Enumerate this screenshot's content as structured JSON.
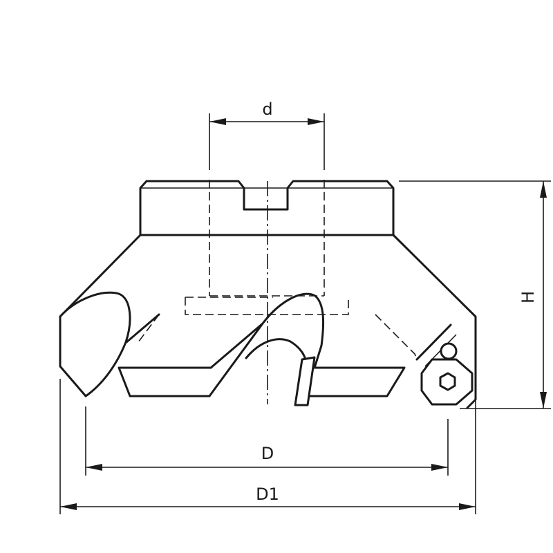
{
  "labels": {
    "bore_diameter": "d",
    "height": "H",
    "cutting_diameter": "D",
    "outer_diameter": "D1"
  },
  "colors": {
    "line": "#1a1a1a",
    "background": "#ffffff"
  }
}
